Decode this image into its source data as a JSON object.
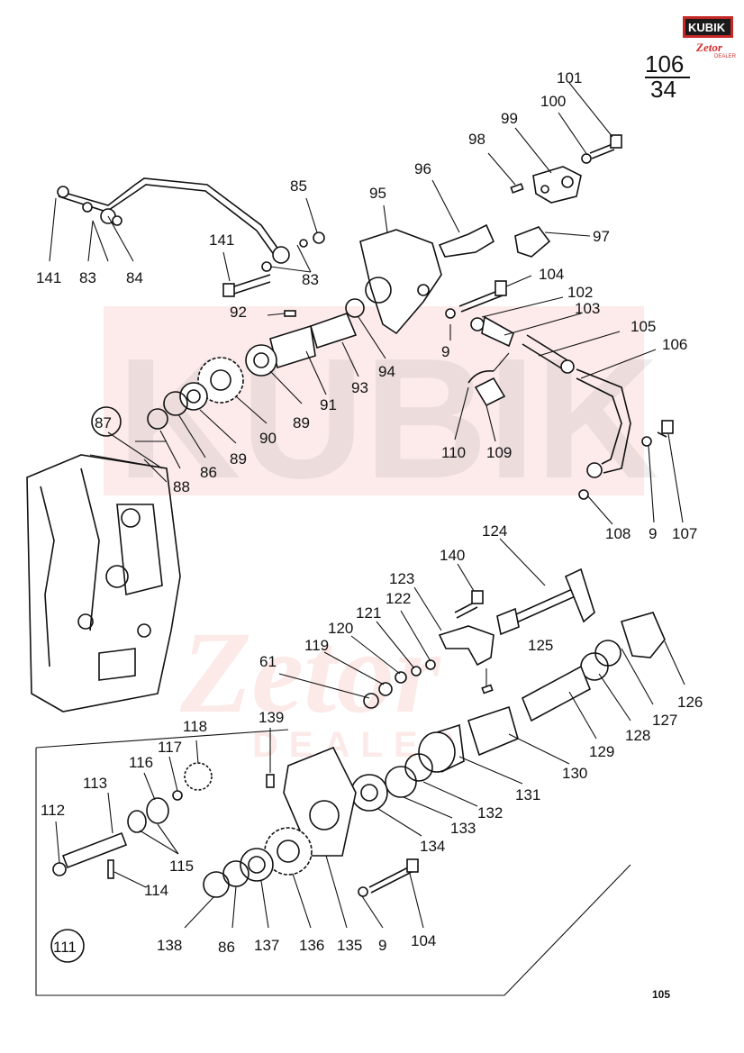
{
  "logo": {
    "brand": "KUBIK",
    "sub": "Zetor",
    "tag": "DEALER"
  },
  "page_ref": {
    "top": "106",
    "bottom": "34"
  },
  "page_number": "105",
  "watermark": {
    "text1": "KUBIK",
    "text2": "Zetor",
    "text3": "DEALER"
  },
  "group_labels": [
    "87",
    "111"
  ],
  "part_labels": [
    "101",
    "100",
    "99",
    "98",
    "96",
    "95",
    "85",
    "97",
    "141",
    "83",
    "84",
    "141",
    "83",
    "104",
    "102",
    "92",
    "103",
    "105",
    "106",
    "9",
    "94",
    "93",
    "91",
    "89",
    "90",
    "89",
    "86",
    "88",
    "110",
    "109",
    "108",
    "9",
    "107",
    "124",
    "140",
    "123",
    "122",
    "121",
    "120",
    "119",
    "61",
    "125",
    "126",
    "127",
    "128",
    "129",
    "130",
    "131",
    "118",
    "139",
    "117",
    "116",
    "113",
    "112",
    "115",
    "114",
    "132",
    "133",
    "134",
    "138",
    "86",
    "137",
    "136",
    "135",
    "9",
    "104"
  ],
  "colors": {
    "ink": "#111111",
    "accent": "#d32f2f",
    "watermark": "#e53935"
  }
}
